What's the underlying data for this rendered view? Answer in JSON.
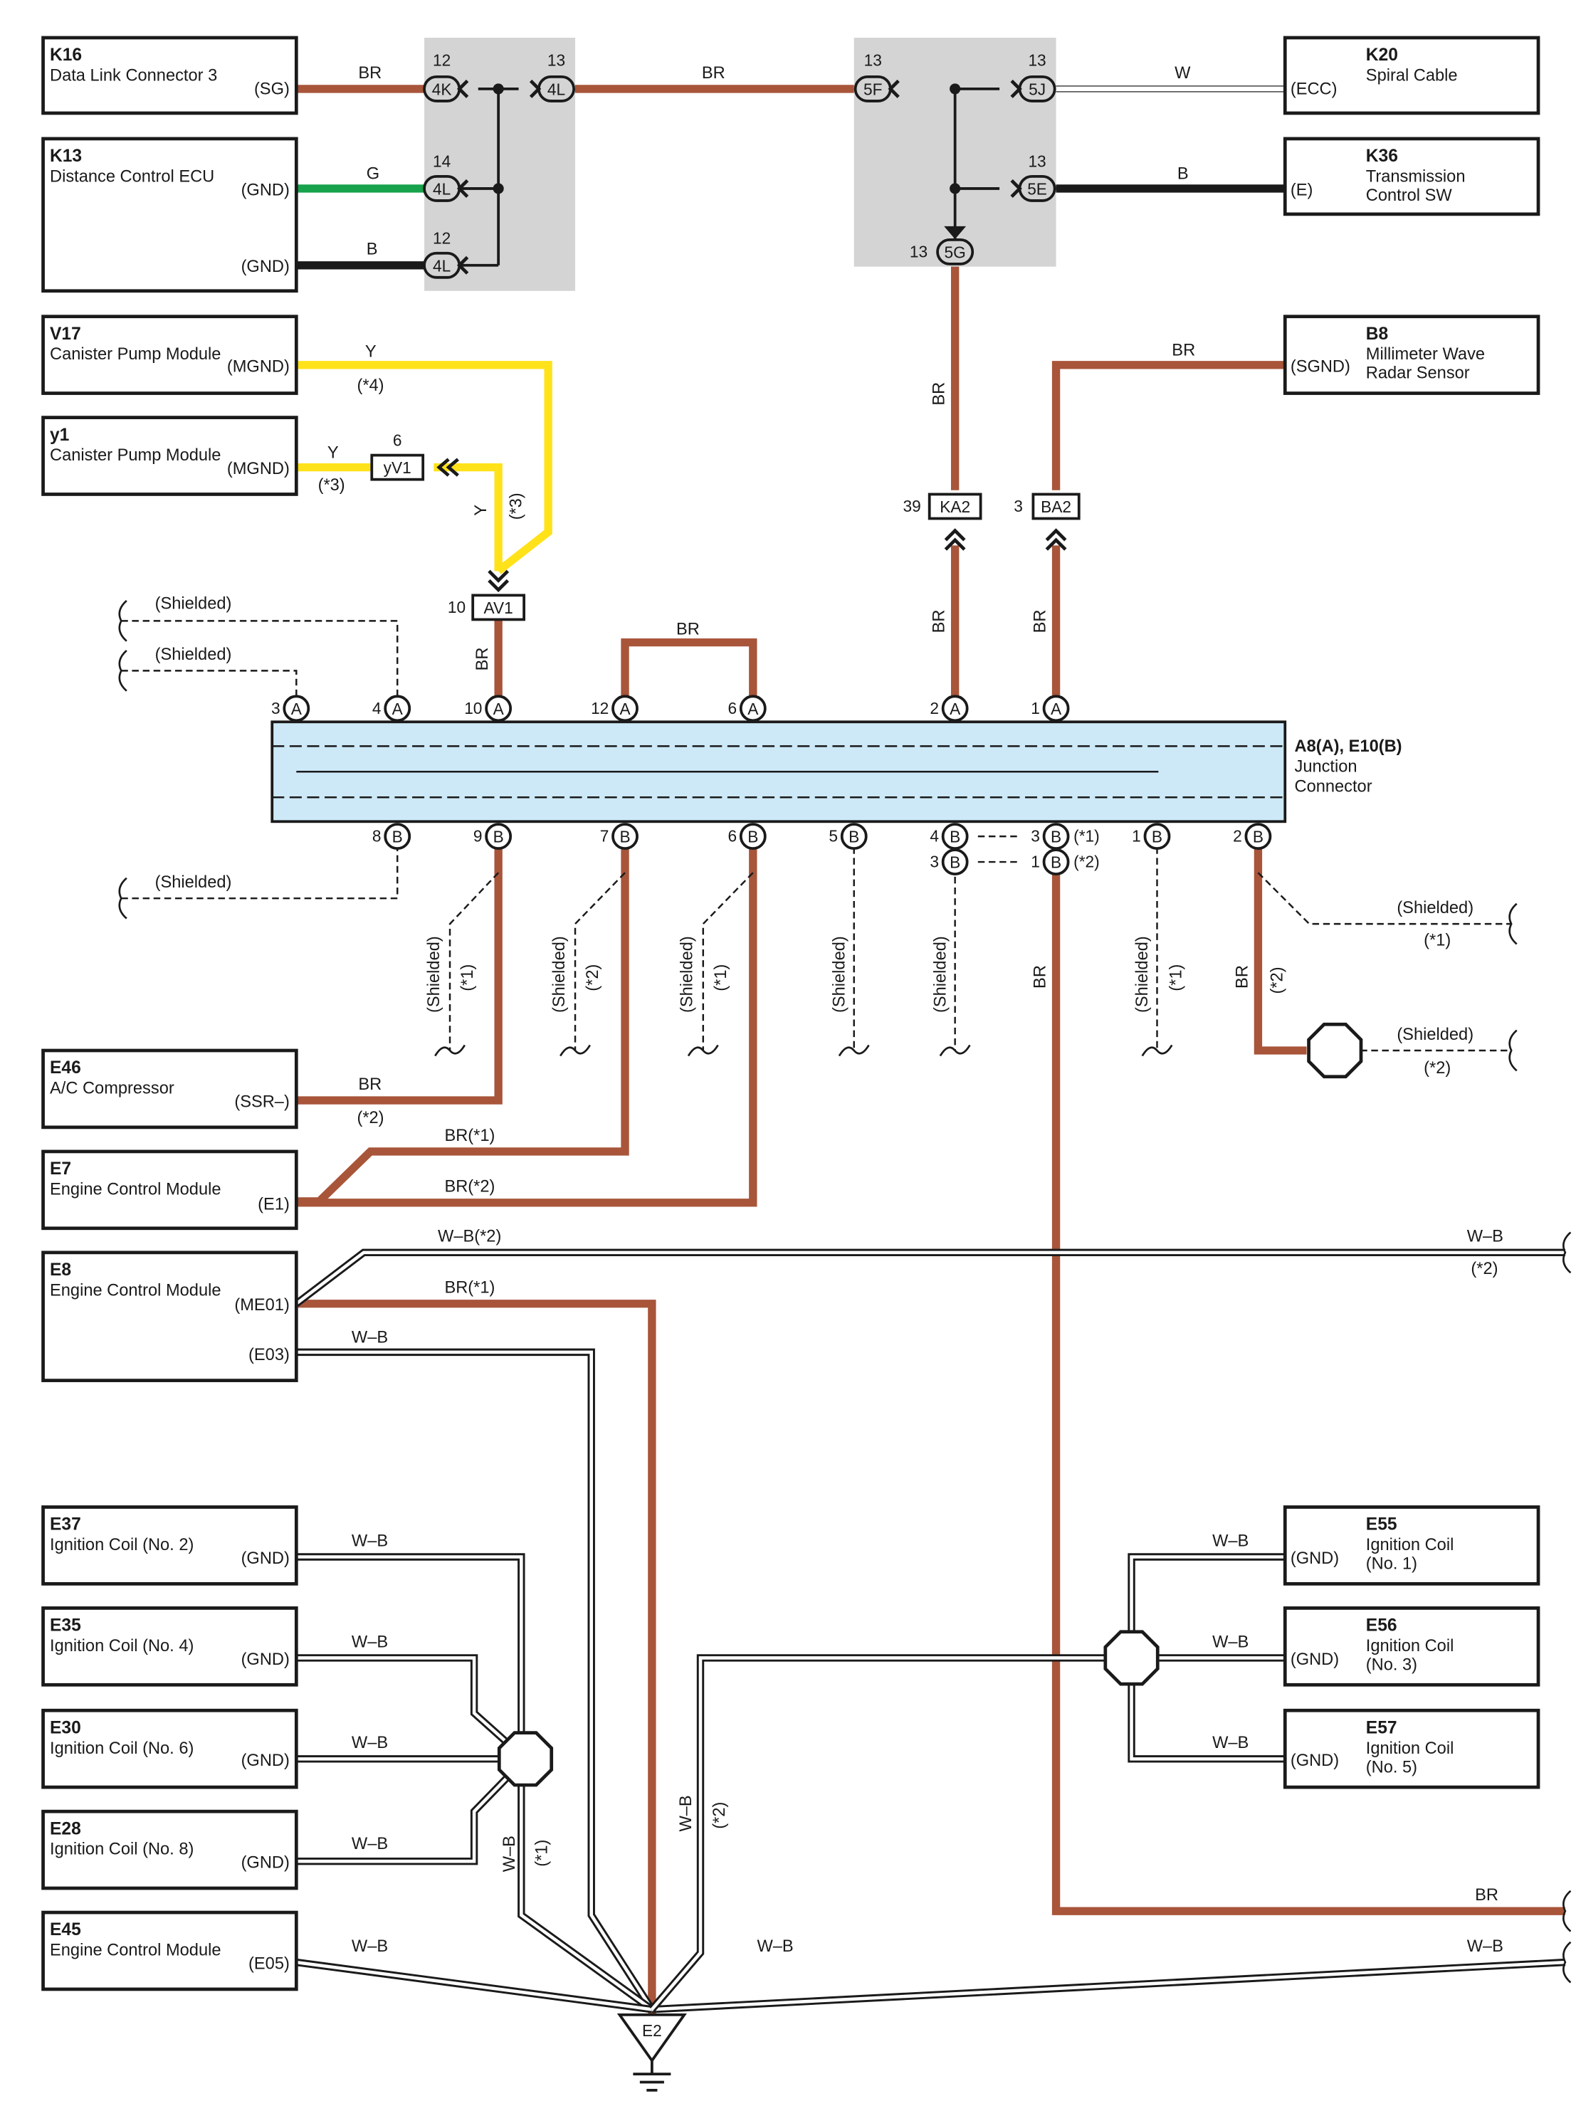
{
  "components": [
    {
      "id": "K16",
      "name": "Data Link Connector 3",
      "pins": [
        "(SG)"
      ]
    },
    {
      "id": "K13",
      "name": "Distance Control ECU",
      "pins": [
        "(GND)",
        "(GND)"
      ]
    },
    {
      "id": "V17",
      "name": "Canister Pump Module",
      "pins": [
        "(MGND)"
      ]
    },
    {
      "id": "y1",
      "name": "Canister Pump Module",
      "pins": [
        "(MGND)"
      ]
    },
    {
      "id": "E46",
      "name": "A/C Compressor",
      "pins": [
        "(SSR–)"
      ]
    },
    {
      "id": "E7",
      "name": "Engine Control Module",
      "pins": [
        "(E1)"
      ]
    },
    {
      "id": "E8",
      "name": "Engine Control Module",
      "pins": [
        "(ME01)",
        "(E03)"
      ]
    },
    {
      "id": "E37",
      "name": "Ignition Coil (No. 2)",
      "pins": [
        "(GND)"
      ]
    },
    {
      "id": "E35",
      "name": "Ignition Coil (No. 4)",
      "pins": [
        "(GND)"
      ]
    },
    {
      "id": "E30",
      "name": "Ignition Coil (No. 6)",
      "pins": [
        "(GND)"
      ]
    },
    {
      "id": "E28",
      "name": "Ignition Coil (No. 8)",
      "pins": [
        "(GND)"
      ]
    },
    {
      "id": "E45",
      "name": "Engine Control Module",
      "pins": [
        "(E05)"
      ]
    },
    {
      "id": "K20",
      "name": "Spiral Cable",
      "pins": [
        "(ECC)"
      ]
    },
    {
      "id": "K36",
      "name": "Transmission Control SW",
      "pins": [
        "(E)"
      ]
    },
    {
      "id": "B8",
      "name": "Millimeter Wave Radar Sensor",
      "pins": [
        "(SGND)"
      ]
    },
    {
      "id": "E55",
      "name": "Ignition Coil (No. 1)",
      "pins": [
        "(GND)"
      ]
    },
    {
      "id": "E56",
      "name": "Ignition Coil (No. 3)",
      "pins": [
        "(GND)"
      ]
    },
    {
      "id": "E57",
      "name": "Ignition Coil (No. 5)",
      "pins": [
        "(GND)"
      ]
    }
  ],
  "junction_block": {
    "title": "A8(A), E10(B)",
    "subtitle": "Junction Connector"
  },
  "junction_connectors": [
    {
      "pin": "12",
      "label": "4K"
    },
    {
      "pin": "13",
      "label": "4L"
    },
    {
      "pin": "14",
      "label": "4L"
    },
    {
      "pin": "12",
      "label": "4L"
    },
    {
      "pin": "13",
      "label": "5F"
    },
    {
      "pin": "13",
      "label": "5J"
    },
    {
      "pin": "13",
      "label": "5E"
    },
    {
      "pin": "13",
      "label": "5G"
    }
  ],
  "inline_connectors": [
    {
      "pin": "6",
      "label": "yV1"
    },
    {
      "pin": "10",
      "label": "AV1"
    },
    {
      "pin": "39",
      "label": "KA2"
    },
    {
      "pin": "3",
      "label": "BA2"
    }
  ],
  "top_pins": [
    {
      "num": "3",
      "letter": "A"
    },
    {
      "num": "4",
      "letter": "A"
    },
    {
      "num": "10",
      "letter": "A"
    },
    {
      "num": "12",
      "letter": "A"
    },
    {
      "num": "6",
      "letter": "A"
    },
    {
      "num": "2",
      "letter": "A"
    },
    {
      "num": "1",
      "letter": "A"
    }
  ],
  "bottom_pins": [
    {
      "num": "8",
      "letter": "B"
    },
    {
      "num": "9",
      "letter": "B"
    },
    {
      "num": "7",
      "letter": "B"
    },
    {
      "num": "6",
      "letter": "B"
    },
    {
      "num": "5",
      "letter": "B"
    },
    {
      "num": "4",
      "letter": "B"
    },
    {
      "num": "3",
      "letter": "B"
    },
    {
      "num": "1",
      "letter": "B"
    },
    {
      "num": "2",
      "letter": "B"
    },
    {
      "num": "3",
      "letter": "B"
    },
    {
      "num": "1",
      "letter": "B"
    }
  ],
  "notes": {
    "n1": "(*1)",
    "n2": "(*2)",
    "n3": "(*3)",
    "n4": "(*4)",
    "shielded": "(Shielded)"
  },
  "wire_labels": {
    "br": "BR",
    "w": "W",
    "g": "G",
    "b": "B",
    "y": "Y",
    "wb": "W–B",
    "br1": "BR(*1)",
    "br2": "BR(*2)",
    "wb2": "W–B(*2)"
  },
  "ground": {
    "label": "E2"
  },
  "colors": {
    "brown": "#a8553a",
    "yellow": "#ffe21a",
    "green": "#17a24b",
    "black": "#1a1a1a",
    "jc_fill": "#cde9f7",
    "connector_fill": "#d4d4d4"
  }
}
